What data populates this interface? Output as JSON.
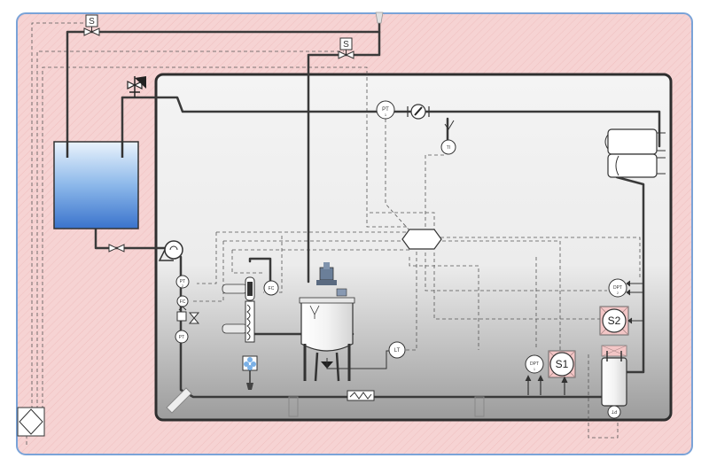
{
  "colors": {
    "background_pink": "#f6d3d3",
    "frame_blue": "#7aa3d8",
    "pipe": "#3b3b3b",
    "tank_top": "#e8f2fb",
    "tank_bottom": "#3f78d0",
    "skid_light": "#f2f2f2",
    "skid_dark": "#9a9a9a"
  },
  "labels": {
    "solenoid_1": "S",
    "solenoid_2": "S",
    "pt_top": "PT",
    "pt_top_sub": "1",
    "pt_left_1": "PT",
    "pt_left_1_sub": "2",
    "fc_left": "FC",
    "pt_left_2": "PT",
    "fc_mid": "FC",
    "lt": "LT",
    "dpt_1": "DPT",
    "dpt_1_sub": "1",
    "dpt_2": "DPT",
    "dpt_2_sub": "2",
    "s1": "S1",
    "s2": "S2",
    "ti": "TI",
    "pt_bottom": "PT"
  }
}
